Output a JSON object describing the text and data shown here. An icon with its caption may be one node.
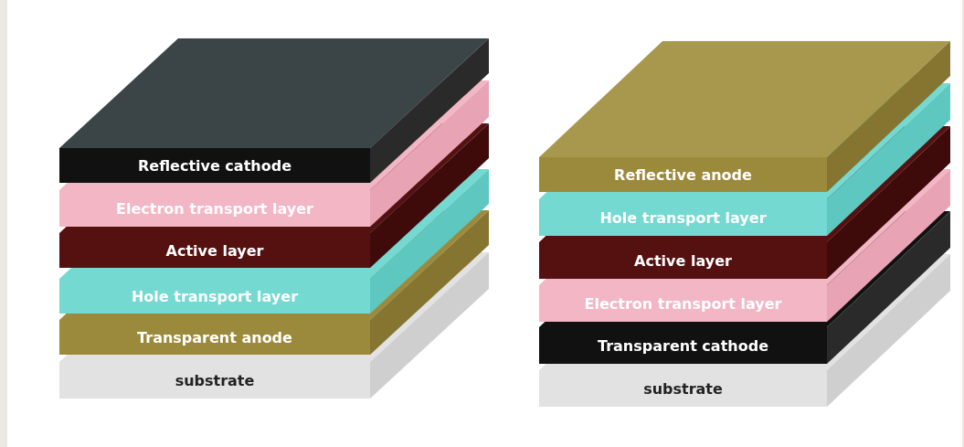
{
  "diagram": {
    "nodes": [
      {
        "text": [
          "Reflective cathode"
        ]
      },
      {
        "text": [
          "Electron transport layer"
        ]
      },
      {
        "text": [
          "Active layer"
        ]
      },
      {
        "text": [
          "Hole transport layer"
        ]
      },
      {
        "text": [
          "Transparent anode"
        ]
      },
      {
        "text": [
          "substrate"
        ]
      },
      {
        "text": [
          "Reflective anode"
        ]
      },
      {
        "text": [
          "Hole transport layer"
        ]
      },
      {
        "text": [
          "Active layer"
        ]
      },
      {
        "text": [
          "Electron transport layer"
        ]
      },
      {
        "text": [
          "Transparent cathode"
        ]
      },
      {
        "text": [
          "substrate"
        ]
      }
    ]
  }
}
